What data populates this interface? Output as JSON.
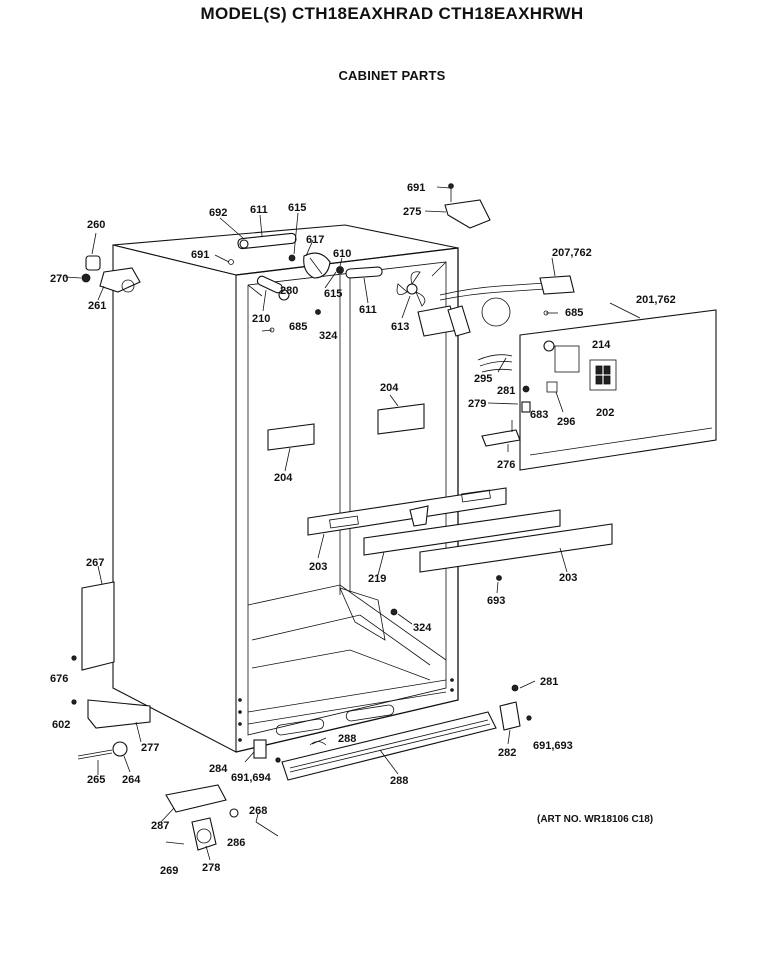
{
  "header": {
    "title": "MODEL(S) CTH18EAXHRAD  CTH18EAXHRWH",
    "subtitle": "CABINET PARTS"
  },
  "footer": {
    "art_number": "(ART NO. WR18106 C18)"
  },
  "callouts": [
    {
      "id": "c691a",
      "text": "691"
    },
    {
      "id": "c275",
      "text": "275"
    },
    {
      "id": "c692",
      "text": "692"
    },
    {
      "id": "c611a",
      "text": "611"
    },
    {
      "id": "c615a",
      "text": "615"
    },
    {
      "id": "c617",
      "text": "617"
    },
    {
      "id": "c610",
      "text": "610"
    },
    {
      "id": "c691b",
      "text": "691"
    },
    {
      "id": "c615b",
      "text": "615"
    },
    {
      "id": "c260",
      "text": "260"
    },
    {
      "id": "c270",
      "text": "270"
    },
    {
      "id": "c261",
      "text": "261"
    },
    {
      "id": "c280",
      "text": "280"
    },
    {
      "id": "c210",
      "text": "210"
    },
    {
      "id": "c685a",
      "text": "685"
    },
    {
      "id": "c324a",
      "text": "324"
    },
    {
      "id": "c611b",
      "text": "611"
    },
    {
      "id": "c613",
      "text": "613"
    },
    {
      "id": "c207",
      "text": "207,762"
    },
    {
      "id": "c685b",
      "text": "685"
    },
    {
      "id": "c201",
      "text": "201,762"
    },
    {
      "id": "c214",
      "text": "214"
    },
    {
      "id": "c295",
      "text": "295"
    },
    {
      "id": "c281a",
      "text": "281"
    },
    {
      "id": "c279",
      "text": "279"
    },
    {
      "id": "c683",
      "text": "683"
    },
    {
      "id": "c296",
      "text": "296"
    },
    {
      "id": "c202",
      "text": "202"
    },
    {
      "id": "c276",
      "text": "276"
    },
    {
      "id": "c204a",
      "text": "204"
    },
    {
      "id": "c204b",
      "text": "204"
    },
    {
      "id": "c203a",
      "text": "203"
    },
    {
      "id": "c219",
      "text": "219"
    },
    {
      "id": "c203b",
      "text": "203"
    },
    {
      "id": "c693",
      "text": "693"
    },
    {
      "id": "c324b",
      "text": "324"
    },
    {
      "id": "c267",
      "text": "267"
    },
    {
      "id": "c676",
      "text": "676"
    },
    {
      "id": "c602",
      "text": "602"
    },
    {
      "id": "c277",
      "text": "277"
    },
    {
      "id": "c265",
      "text": "265"
    },
    {
      "id": "c264",
      "text": "264"
    },
    {
      "id": "c284",
      "text": "284"
    },
    {
      "id": "c691694",
      "text": "691,694"
    },
    {
      "id": "c288a",
      "text": "288"
    },
    {
      "id": "c288b",
      "text": "288"
    },
    {
      "id": "c281b",
      "text": "281"
    },
    {
      "id": "c282",
      "text": "282"
    },
    {
      "id": "c691693",
      "text": "691,693"
    },
    {
      "id": "c287",
      "text": "287"
    },
    {
      "id": "c268",
      "text": "268"
    },
    {
      "id": "c286",
      "text": "286"
    },
    {
      "id": "c269",
      "text": "269"
    },
    {
      "id": "c278",
      "text": "278"
    }
  ]
}
